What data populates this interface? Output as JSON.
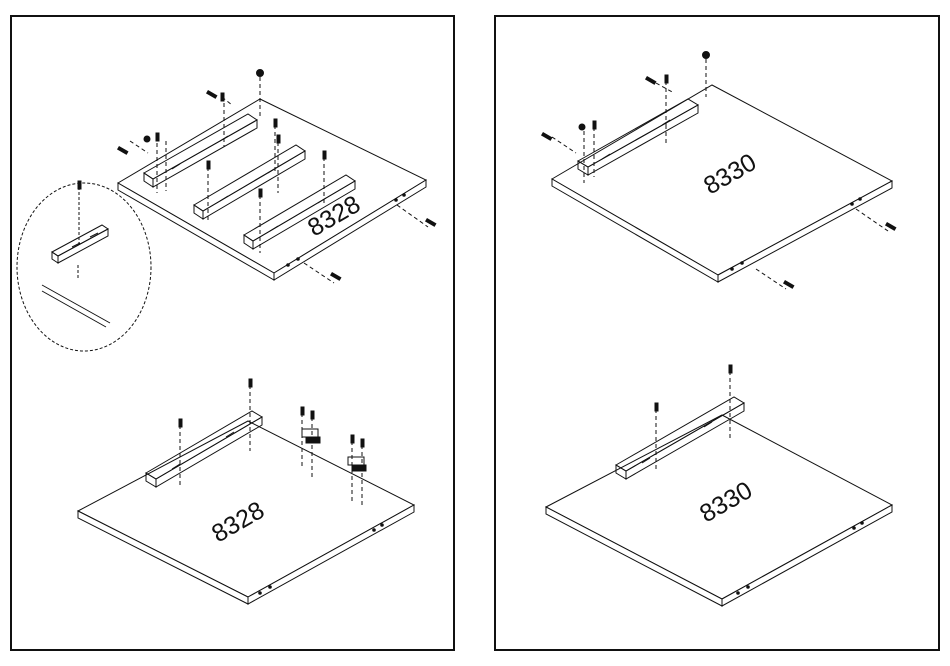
{
  "panels": [
    {
      "id": "left",
      "steps": [
        {
          "panel_label": "8328"
        },
        {
          "panel_label": "8328"
        }
      ]
    },
    {
      "id": "right",
      "steps": [
        {
          "panel_label": "8330"
        },
        {
          "panel_label": "8330"
        }
      ]
    }
  ],
  "colors": {
    "line": "#111111",
    "paper": "#ffffff"
  }
}
